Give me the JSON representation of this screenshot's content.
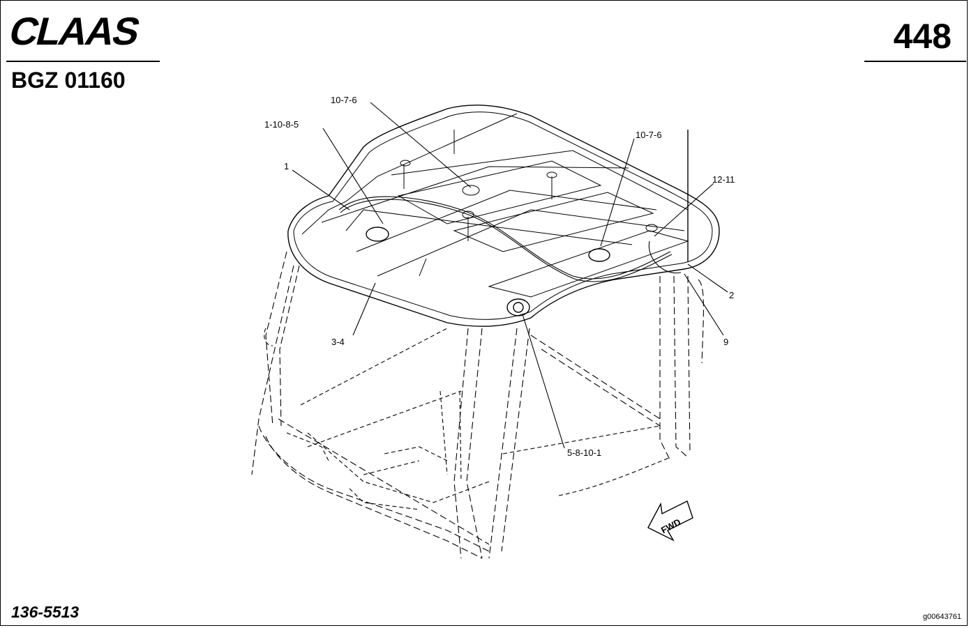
{
  "header": {
    "brand": "CLAAS",
    "drawing_code": "BGZ 01160",
    "page_number": "448"
  },
  "footer": {
    "part_number": "136-5513",
    "image_id": "g00643761"
  },
  "callouts": {
    "c_10_7_6_a": "10-7-6",
    "c_1_10_8_5": "1-10-8-5",
    "c_1": "1",
    "c_10_7_6_b": "10-7-6",
    "c_12_11": "12-11",
    "c_2": "2",
    "c_9": "9",
    "c_3_4": "3-4",
    "c_5_8_10_1": "5-8-10-1"
  },
  "direction_arrow": "FWD"
}
